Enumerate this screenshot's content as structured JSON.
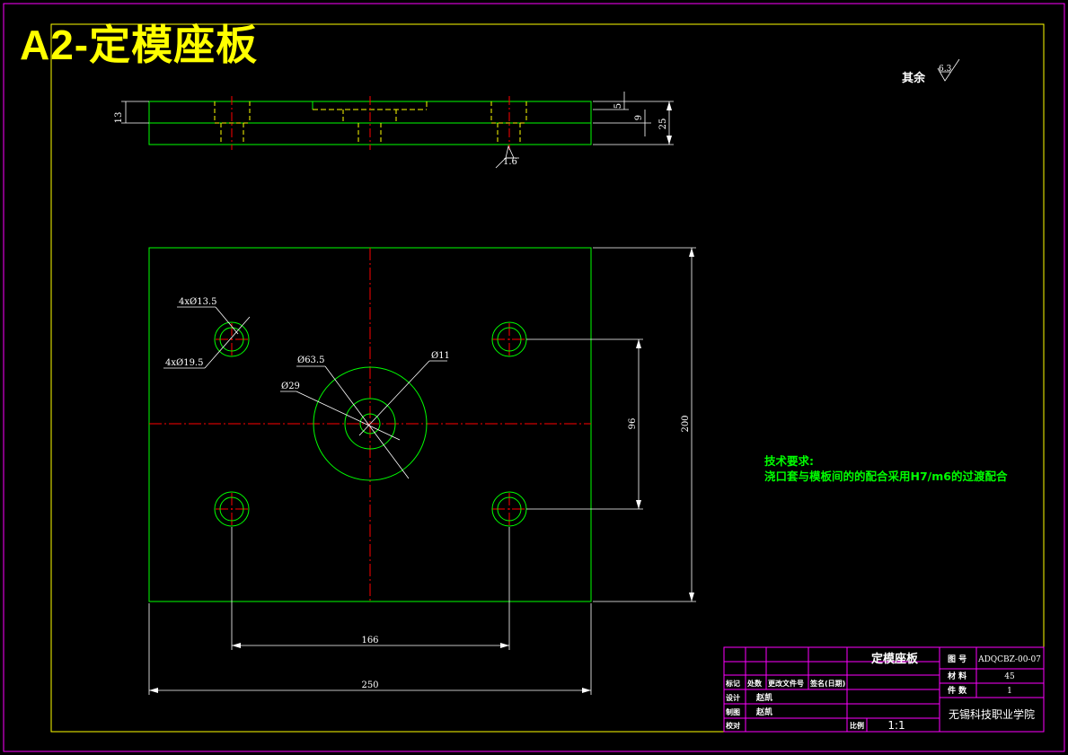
{
  "drawing": {
    "sheet_title": "A2-定模座板",
    "roughness_note": "其余",
    "roughness_default": "6.3",
    "roughness_local": "1.6"
  },
  "dimensions": {
    "d13": "13",
    "d5": "5",
    "d9": "9",
    "d25": "25",
    "d200": "200",
    "d96": "96",
    "d166": "166",
    "d250": "250",
    "hole_small": "4xØ13.5",
    "hole_large": "4xØ19.5",
    "d63": "Ø63.5",
    "d11": "Ø11",
    "d29": "Ø29"
  },
  "notes": {
    "heading": "技术要求:",
    "line1": "浇口套与模板间的的配合采用H7/m6的过渡配合"
  },
  "title_block": {
    "part_name": "定模座板",
    "drawing_no_label": "图  号",
    "drawing_no": "ADQCBZ-00-07",
    "material_label": "材  料",
    "material": "45",
    "quantity_label": "件  数",
    "quantity": "1",
    "col_mark": "标记",
    "col_count": "处数",
    "col_doc": "更改文件号",
    "col_sign": "签名(日期)",
    "design_label": "设计",
    "designer": "赵凯",
    "draft_label": "制图",
    "drafter": "赵凯",
    "check_label": "校对",
    "scale_label": "比例",
    "scale": "1:1",
    "school": "无锡科技职业学院"
  },
  "colors": {
    "border": "#ff00ff",
    "outline": "#00ff00",
    "centerline": "#ff0000",
    "hidden": "#ffff00",
    "dimension": "#ffffff",
    "title": "#ffff00"
  }
}
